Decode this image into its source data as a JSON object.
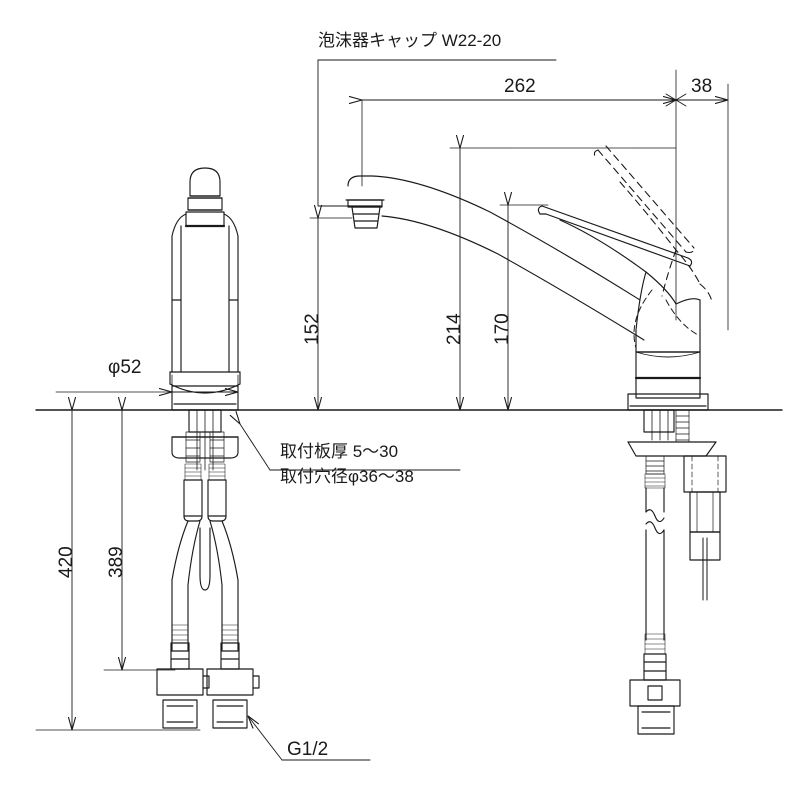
{
  "drawing": {
    "type": "technical-dimension-drawing",
    "subject": "single-lever kitchen mixer faucet",
    "views": [
      "front-elevation",
      "side-elevation"
    ],
    "units": "mm",
    "line_color": "#1a1a1a",
    "background_color": "#ffffff"
  },
  "annotations": {
    "aerator_cap": "泡沫器キャップ W22-20",
    "mounting_plate_thickness": "取付板厚 5〜30",
    "mounting_hole_diameter": "取付穴径φ36〜38",
    "supply_thread": "G1/2",
    "base_diameter": "φ52"
  },
  "dimensions": {
    "spout_reach": "262",
    "handle_offset": "38",
    "spout_tip_height": "152",
    "handle_top_height": "214",
    "spout_height": "170",
    "overall_below_deck": "420",
    "hose_length_below_deck": "389"
  }
}
